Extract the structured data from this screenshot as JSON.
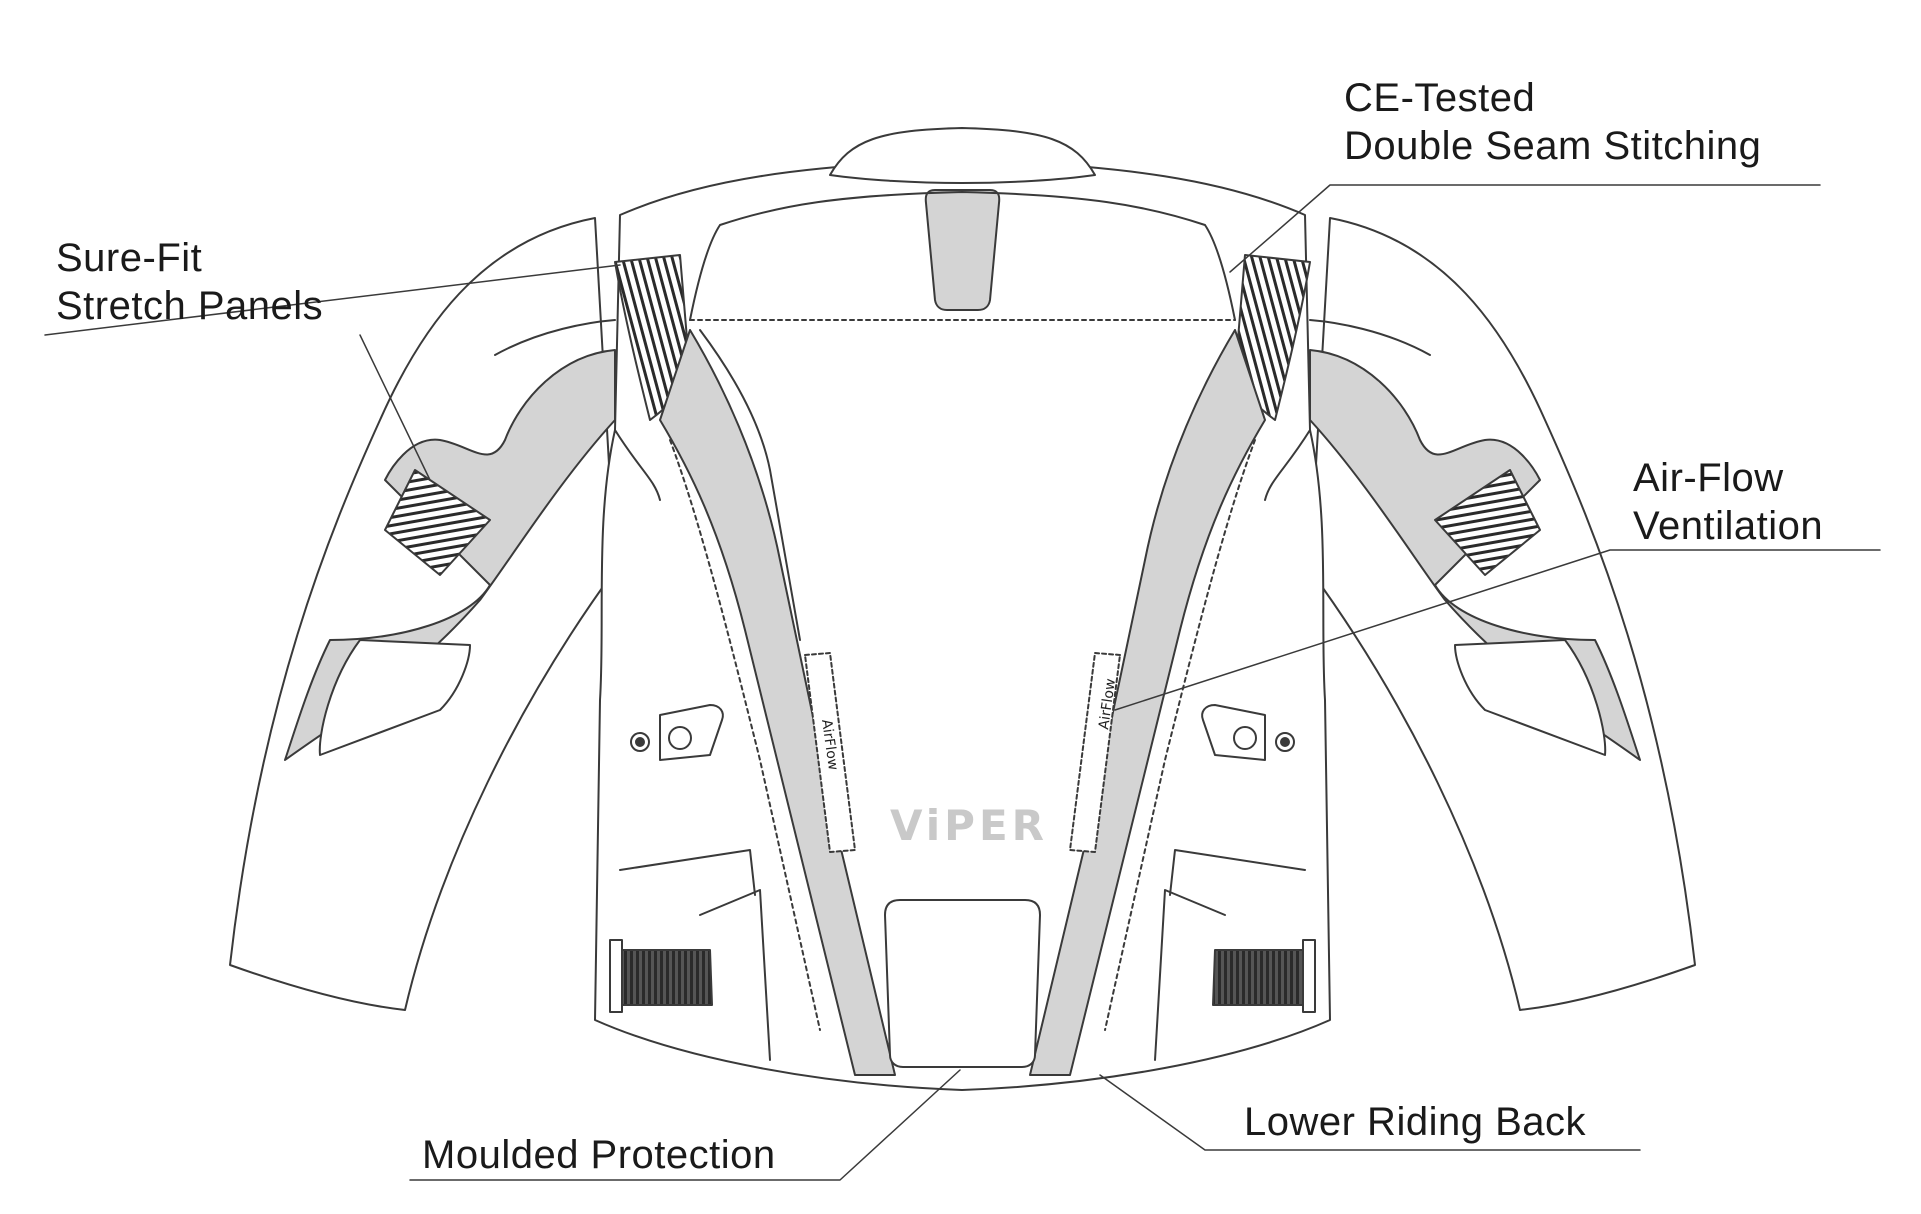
{
  "diagram": {
    "callouts": {
      "ce_tested": {
        "line1": "CE-Tested",
        "line2": "Double Seam Stitching"
      },
      "sure_fit": {
        "line1": "Sure-Fit",
        "line2": "Stretch Panels"
      },
      "air_flow": {
        "line1": "Air-Flow",
        "line2": "Ventilation"
      },
      "lower_riding_back": {
        "line1": "Lower Riding Back"
      },
      "moulded_protection": {
        "line1": "Moulded Protection"
      }
    },
    "brand_mark": "ViPER",
    "vent_tag_left": "AirFlow",
    "vent_tag_right": "AirFlow",
    "colors": {
      "outline": "#3a3a3a",
      "panel_fill": "#d4d4d4",
      "logo": "#c9c9c9",
      "text": "#1a1a1a"
    }
  }
}
